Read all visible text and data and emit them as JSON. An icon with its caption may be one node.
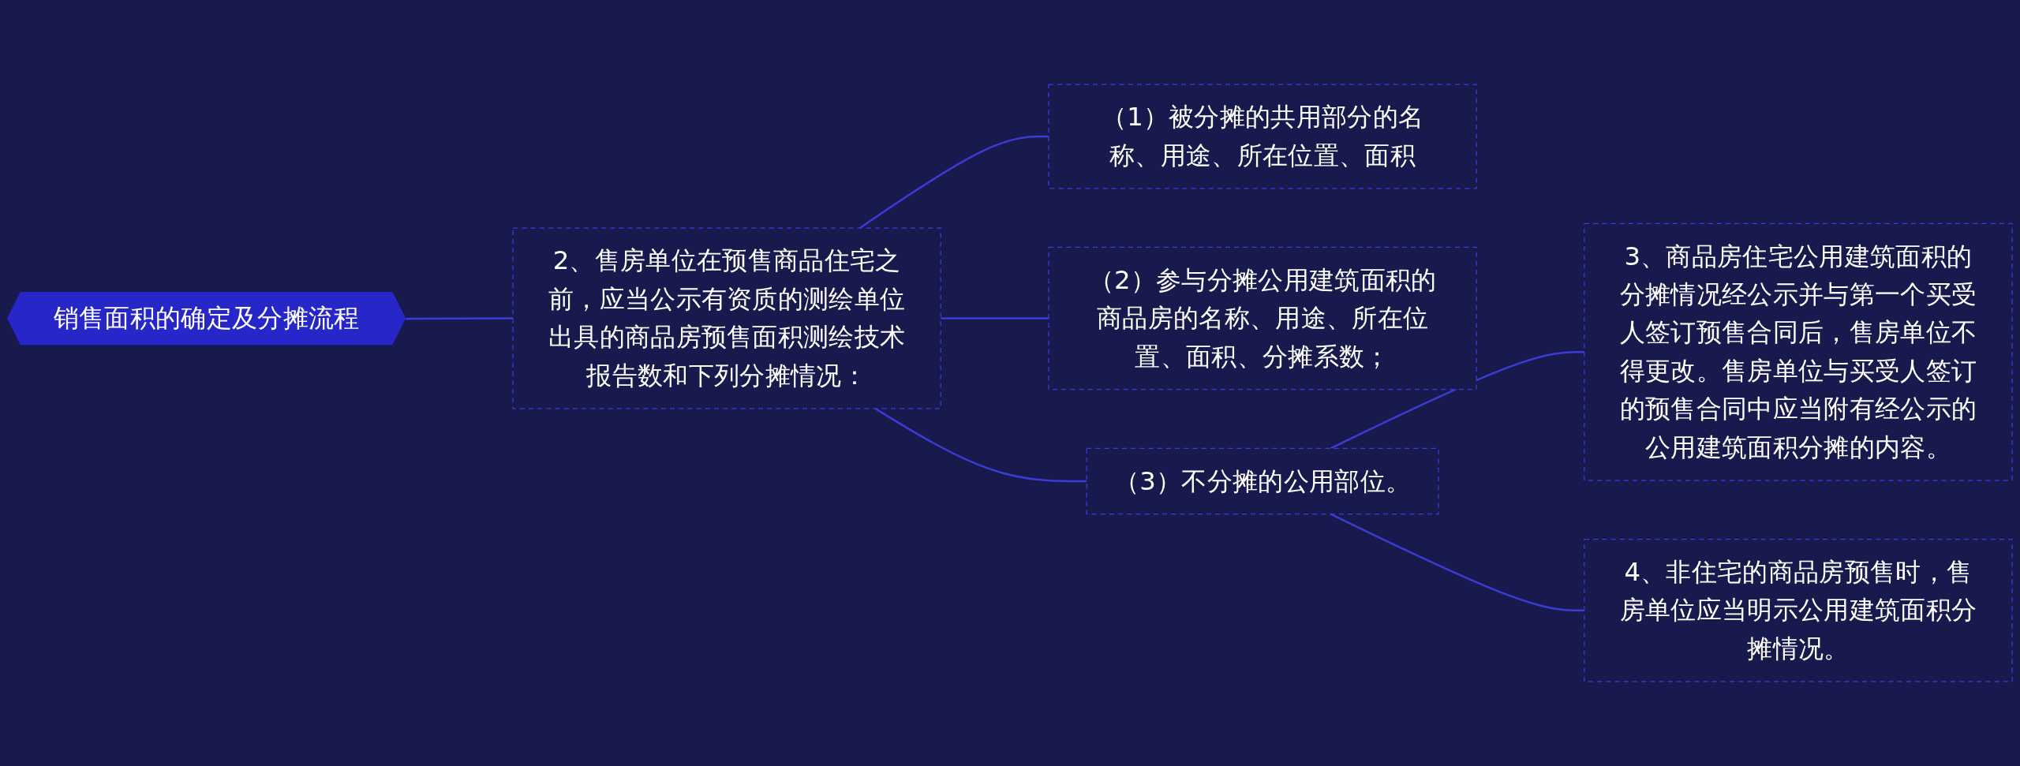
{
  "diagram": {
    "nodes": [
      {
        "text": [
          "销售面积的确定及分摊流程"
        ]
      },
      {
        "text": [
          "2、售房单位在预售商品住宅之前，应当公示有资质的测绘单位出具的商品房预售面积测绘技术报告数和下列分摊情况："
        ]
      },
      {
        "text": [
          "（1）被分摊的共用部分的名称、用途、所在位置、面积"
        ]
      },
      {
        "text": [
          "（2）参与分摊公用建筑面积的商品房的名称、用途、所在位置、面积、分摊系数；"
        ]
      },
      {
        "text": [
          "（3）不分摊的公用部位。"
        ]
      },
      {
        "text": [
          "3、商品房住宅公用建筑面积的分摊情况经公示并与第一个买受人签订预售合同后，售房单位不得更改。售房单位与买受人签订的预售合同中应当附有经公示的公用建筑面积分摊的内容。"
        ]
      },
      {
        "text": [
          "4、非住宅的商品房预售时，售房单位应当明示公用建筑面积分摊情况。"
        ]
      }
    ],
    "edges": [
      {
        "from": 0,
        "to": 1,
        "arrow": "none"
      },
      {
        "from": 1,
        "to": 2,
        "arrow": "none"
      },
      {
        "from": 1,
        "to": 3,
        "arrow": "none"
      },
      {
        "from": 1,
        "to": 4,
        "arrow": "none"
      },
      {
        "from": 4,
        "to": 5,
        "arrow": "none"
      },
      {
        "from": 4,
        "to": 6,
        "arrow": "none"
      }
    ]
  }
}
